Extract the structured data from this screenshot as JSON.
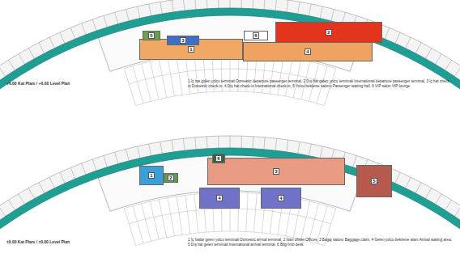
{
  "diagram": {
    "nodes": [
      {
        "text": [
          "1"
        ]
      },
      {
        "text": [
          "3"
        ]
      },
      {
        "text": [
          "2"
        ]
      },
      {
        "text": [
          "4"
        ]
      },
      {
        "text": [
          "5"
        ]
      },
      {
        "text": [
          "6"
        ]
      },
      {
        "text": [
          "1"
        ]
      },
      {
        "text": [
          "2"
        ]
      },
      {
        "text": [
          "3"
        ]
      },
      {
        "text": [
          "4"
        ]
      },
      {
        "text": [
          "4"
        ]
      },
      {
        "text": [
          "5"
        ]
      },
      {
        "text": [
          "6"
        ]
      }
    ],
    "labels": [
      "+6.00 Kat Planı / +6.00 Level Plan",
      "1 İç hat giden yolcu terminali Domestic departure passenger terminal, 2 Dış hat giden yolcu terminali International departure passenger terminal, 3 İç hat check-in Domestic check-in, 4 Dış hat check-in International check-in, 5 Yolcu bekleme salonu Passenger waiting hall, 6 VIP salon VIP lounge",
      "±0.00 Kat Planı / ±0.00 Level Plan",
      "1 İç hatlar gelen yolcu terminali Domestic arrival terminal, 2 İdari ofisler Offices, 3 Bagaj salonu Baggage claim, 4 Gelen yolcu bekleme alanı Arrival waiting area, 5 Dış hat gelen terminali International arrival terminal, 6 Bilgi Info desk"
    ]
  }
}
